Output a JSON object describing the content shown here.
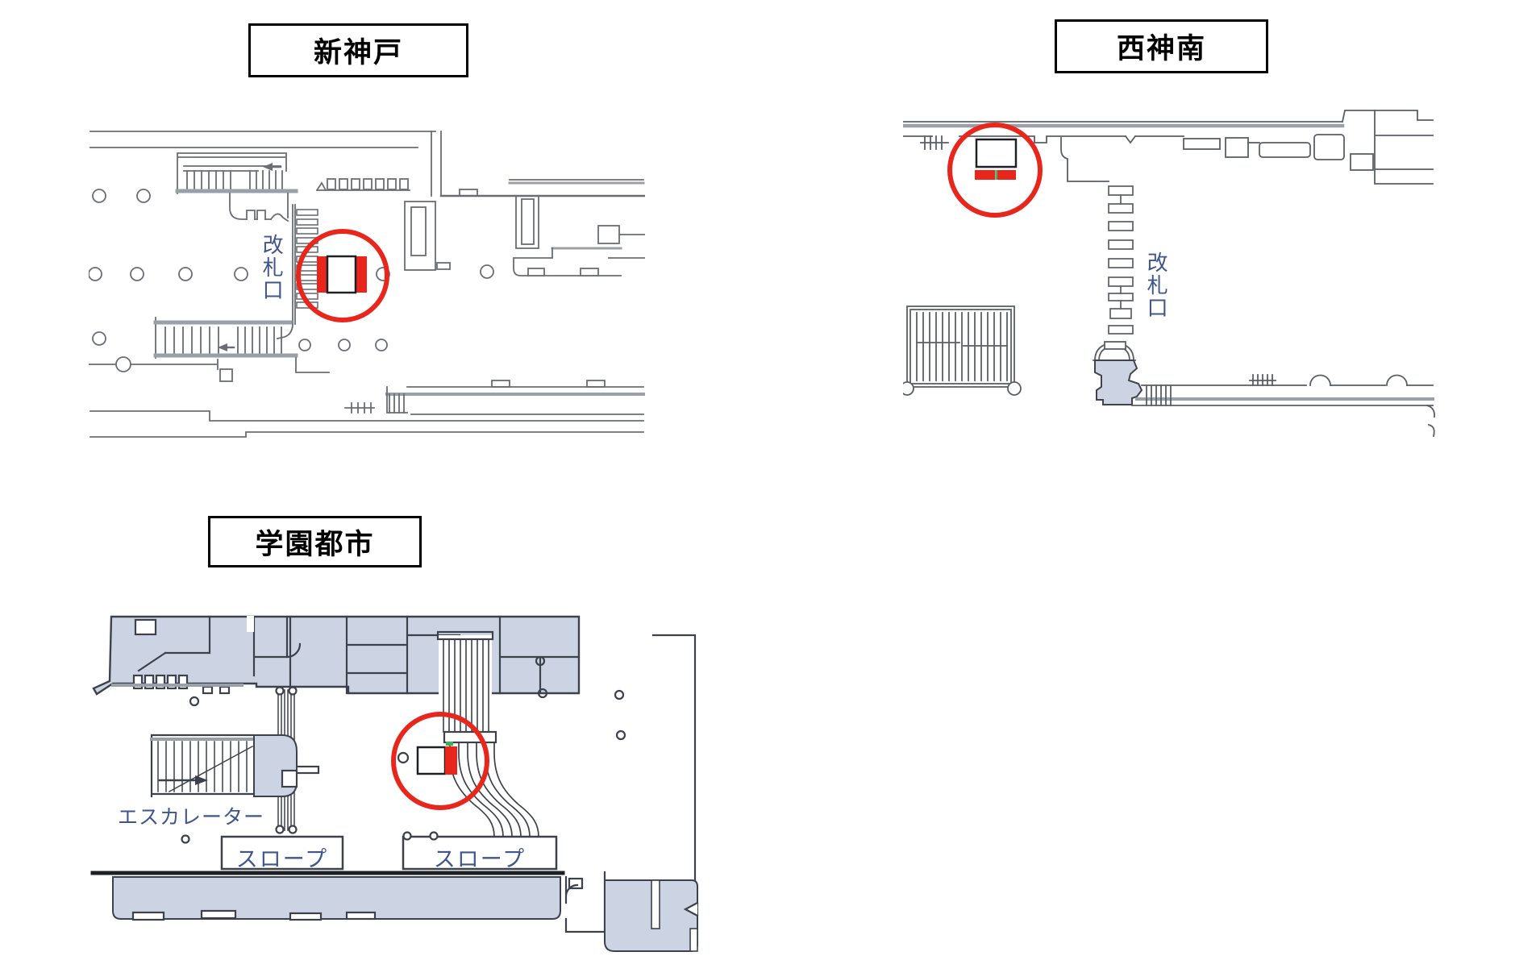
{
  "colors": {
    "red": "#e8261b",
    "green": "#3dae5b",
    "blue_fill": "#ccd4e3",
    "line": "#6a6e74",
    "line_dark": "#3c414b",
    "gray": "#9aa0a8",
    "label_text": "#3f568c",
    "title_text": "#000000",
    "white": "#ffffff"
  },
  "stations": [
    {
      "title": "新神戸",
      "gate_label": "改札口"
    },
    {
      "title": "西神南",
      "gate_label": "改札口"
    },
    {
      "title": "学園都市",
      "escalator_label": "エスカレーター",
      "slope_labels": [
        "スロープ",
        "スロープ"
      ]
    }
  ]
}
